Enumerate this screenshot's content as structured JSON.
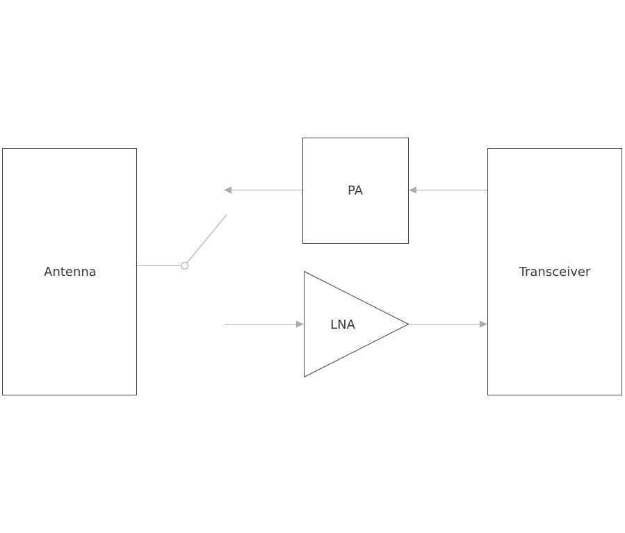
{
  "blocks": {
    "antenna": {
      "label": "Antenna"
    },
    "pa": {
      "label": "PA"
    },
    "lna": {
      "label": "LNA"
    },
    "transceiver": {
      "label": "Transceiver"
    }
  },
  "colors": {
    "block_stroke": "#444444",
    "wire": "#aaaaaa",
    "text": "#3a3a3a"
  }
}
